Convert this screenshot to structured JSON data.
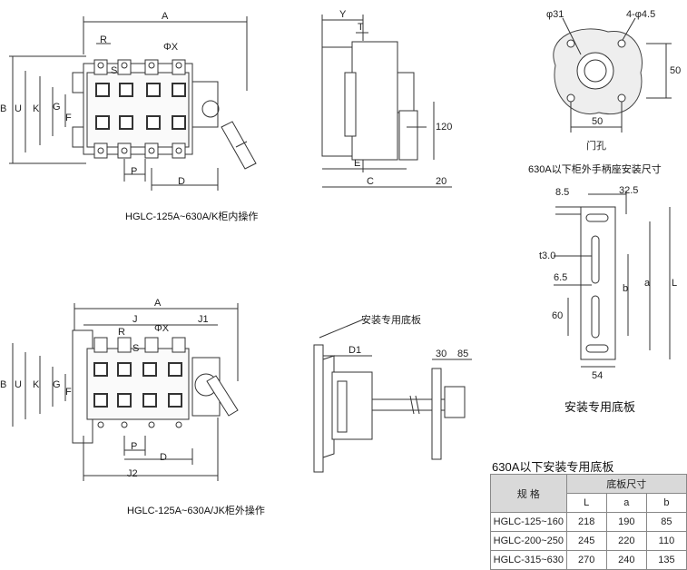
{
  "top_left_view": {
    "dims": {
      "A": "A",
      "R": "R",
      "phiX": "ΦX",
      "S": "S",
      "B": "B",
      "U": "U",
      "K": "K",
      "G": "G",
      "F": "F",
      "P": "P",
      "D": "D"
    },
    "caption": "HGLC-125A~630A/K柜内操作"
  },
  "top_side_view": {
    "dims": {
      "Y": "Y",
      "T": "T",
      "h120": "120",
      "E": "E",
      "C": "C",
      "h20": "20"
    }
  },
  "door_hole": {
    "dims": {
      "phi31": "φ31",
      "holes": "4-φ4.5",
      "w50": "50",
      "h50": "50"
    },
    "label": "门孔",
    "caption": "630A以下柜外手柄座安装尺寸"
  },
  "mount_plate": {
    "dims": {
      "d85": "8.5",
      "d325": "32.5",
      "t30": "t3.0",
      "d65": "6.5",
      "b": "b",
      "a": "a",
      "L": "L",
      "d60": "60",
      "d54": "54"
    },
    "caption": "安装专用底板"
  },
  "bottom_left_view": {
    "dims": {
      "A": "A",
      "J": "J",
      "J1": "J1",
      "R": "R",
      "phiX": "ΦX",
      "S": "S",
      "B": "B",
      "U": "U",
      "K": "K",
      "G": "G",
      "F": "F",
      "P": "P",
      "D": "D",
      "J2": "J2"
    },
    "caption": "HGLC-125A~630A/JK柜外操作"
  },
  "bottom_side_view": {
    "label": "安装专用底板",
    "dims": {
      "D1": "D1",
      "d30": "30",
      "d85": "85"
    }
  },
  "spec_table": {
    "title": "630A以下安装专用底板",
    "col_spec": "规 格",
    "col_group": "底板尺寸",
    "sub_headers": [
      "L",
      "a",
      "b"
    ],
    "rows": [
      {
        "spec": "HGLC-125~160",
        "L": "218",
        "a": "190",
        "b": "85"
      },
      {
        "spec": "HGLC-200~250",
        "L": "245",
        "a": "220",
        "b": "110"
      },
      {
        "spec": "HGLC-315~630",
        "L": "270",
        "a": "240",
        "b": "135"
      }
    ]
  }
}
